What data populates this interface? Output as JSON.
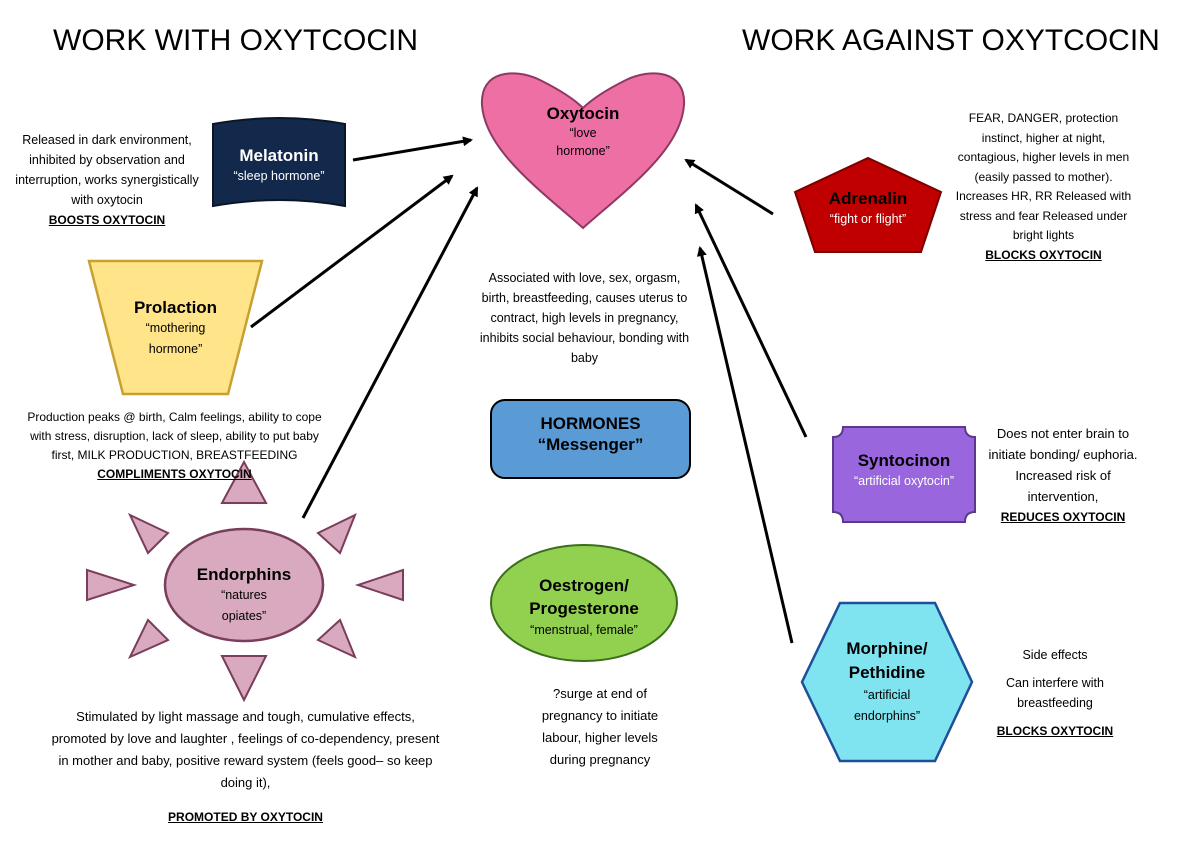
{
  "titles": {
    "left": "WORK WITH OXYTCOCIN",
    "right": "WORK AGAINST OXYTCOCIN"
  },
  "oxytocin": {
    "name": "Oxytocin",
    "sub": "“love hormone”",
    "desc": "Associated with love, sex, orgasm, birth, breastfeeding, causes uterus to contract, high levels in pregnancy, inhibits social behaviour, bonding with baby"
  },
  "hormones_box": {
    "line1": "HORMONES",
    "line2": "“Messenger”"
  },
  "melatonin": {
    "name": "Melatonin",
    "sub": "“sleep hormone”",
    "desc": "Released in dark environment, inhibited by observation and interruption, works synergistically with oxytocin",
    "effect": "BOOSTS OXYTOCIN"
  },
  "prolactin": {
    "name": "Prolaction",
    "sub": "“mothering hormone”",
    "desc": "Production peaks @ birth, Calm feelings, ability to cope with stress, disruption, lack of sleep, ability to put baby first, MILK PRODUCTION, BREASTFEEDING",
    "effect": "COMPLIMENTS OXYTOCIN"
  },
  "endorphins": {
    "name": "Endorphins",
    "sub": "“natures opiates”",
    "desc": "Stimulated by light massage and tough, cumulative effects, promoted by love and laughter , feelings of co-dependency, present in mother and baby, positive reward system (feels good– so keep doing it),",
    "effect": "PROMOTED BY OXYTOCIN"
  },
  "oestrogen": {
    "name": "Oestrogen/ Progesterone",
    "sub": "“menstrual, female”",
    "desc": "?surge at end of pregnancy to initiate labour, higher levels during pregnancy"
  },
  "adrenalin": {
    "name": "Adrenalin",
    "sub": "“fight or flight”",
    "desc": "FEAR, DANGER, protection instinct, higher at night, contagious, higher levels in men (easily passed to mother). Increases HR, RR Released with stress and fear Released under bright lights",
    "effect": "BLOCKS OXYTOCIN"
  },
  "syntocinon": {
    "name": "Syntocinon",
    "sub": "“artificial oxytocin”",
    "desc": "Does not enter brain to initiate bonding/ euphoria. Increased risk of intervention,",
    "effect": "REDUCES OXYTOCIN"
  },
  "morphine": {
    "name": "Morphine/ Pethidine",
    "sub": "“artificial endorphins”",
    "desc1": "Side effects",
    "desc2": "Can interfere with breastfeeding",
    "effect": "BLOCKS OXYTOCIN"
  },
  "colors": {
    "heart": "#ee6fa3",
    "melatonin": "#13294b",
    "prolactin": "#ffe48a",
    "prolactin_border": "#c8a030",
    "endorphins": "#d9aabf",
    "endorphins_border": "#7a3d5c",
    "hormones": "#5b9bd5",
    "oestrogen": "#92d050",
    "adrenalin": "#c00000",
    "syntocinon": "#9966dd",
    "morphine": "#7fe3f0"
  }
}
